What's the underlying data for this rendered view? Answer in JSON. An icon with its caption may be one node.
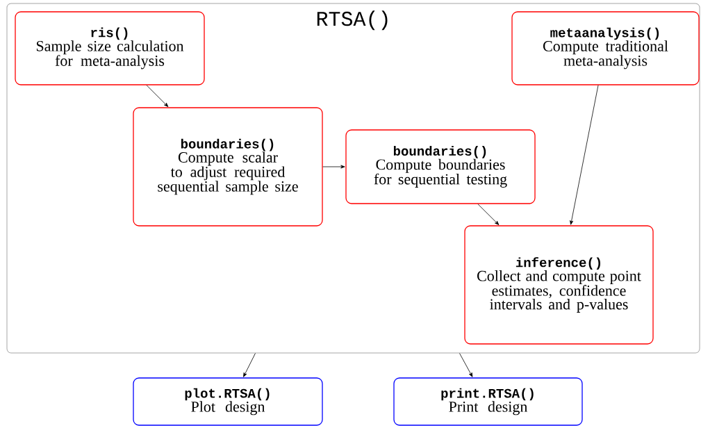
{
  "diagram": {
    "nodes": [
      {
        "text": [
          "RTSA()"
        ]
      },
      {
        "text": [
          "ris()",
          "Sample size calculation for meta-analysis"
        ],
        "in": 0
      },
      {
        "text": [
          "metaanalysis()",
          "Compute traditional meta-analysis"
        ],
        "in": 0
      },
      {
        "text": [
          "boundaries()",
          "Compute scalar to adjust required sequential sample size"
        ],
        "in": 0
      },
      {
        "text": [
          "boundaries()",
          "Compute boundaries for sequential testing"
        ],
        "in": 0
      },
      {
        "text": [
          "inference()",
          "Collect and compute point estimates, confidence intervals and p-values"
        ],
        "in": 0
      },
      {
        "text": [
          "plot.RTSA()",
          "Plot design"
        ]
      },
      {
        "text": [
          "print.RTSA()",
          "Print design"
        ]
      }
    ],
    "edges": [
      {
        "from": 1,
        "to": 3,
        "arrow": "to"
      },
      {
        "from": 3,
        "to": 4,
        "arrow": "to"
      },
      {
        "from": 4,
        "to": 5,
        "arrow": "to"
      },
      {
        "from": 2,
        "to": 5,
        "arrow": "to"
      },
      {
        "from": 0,
        "to": 6,
        "arrow": "to"
      },
      {
        "from": 0,
        "to": 7,
        "arrow": "to"
      }
    ]
  }
}
